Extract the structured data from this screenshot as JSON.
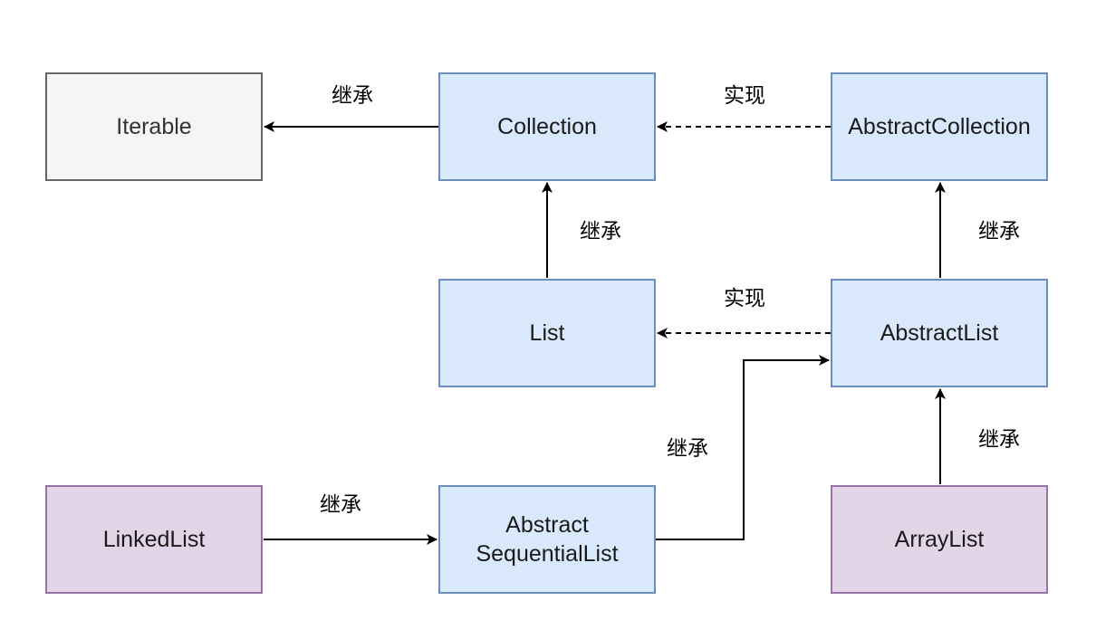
{
  "nodes": {
    "iterable": "Iterable",
    "collection": "Collection",
    "abstract_collection": "AbstractCollection",
    "list": "List",
    "abstract_list": "AbstractList",
    "linked_list": "LinkedList",
    "abstract_sequential_list": "Abstract\nSequentialList",
    "array_list": "ArrayList"
  },
  "edges": {
    "collection_to_iterable": "继承",
    "abstract_collection_to_collection": "实现",
    "list_to_collection": "继承",
    "abstract_list_to_abstract_collection": "继承",
    "abstract_list_to_list": "实现",
    "abstract_sequential_list_to_abstract_list": "继承",
    "array_list_to_abstract_list": "继承",
    "linked_list_to_abstract_sequential_list": "继承"
  },
  "colors": {
    "interface_fill": "#dae8fc",
    "interface_border": "#6c8ebf",
    "root_fill": "#f5f5f5",
    "root_border": "#666666",
    "concrete_fill": "#e1d5e7",
    "concrete_border": "#9673a6"
  }
}
